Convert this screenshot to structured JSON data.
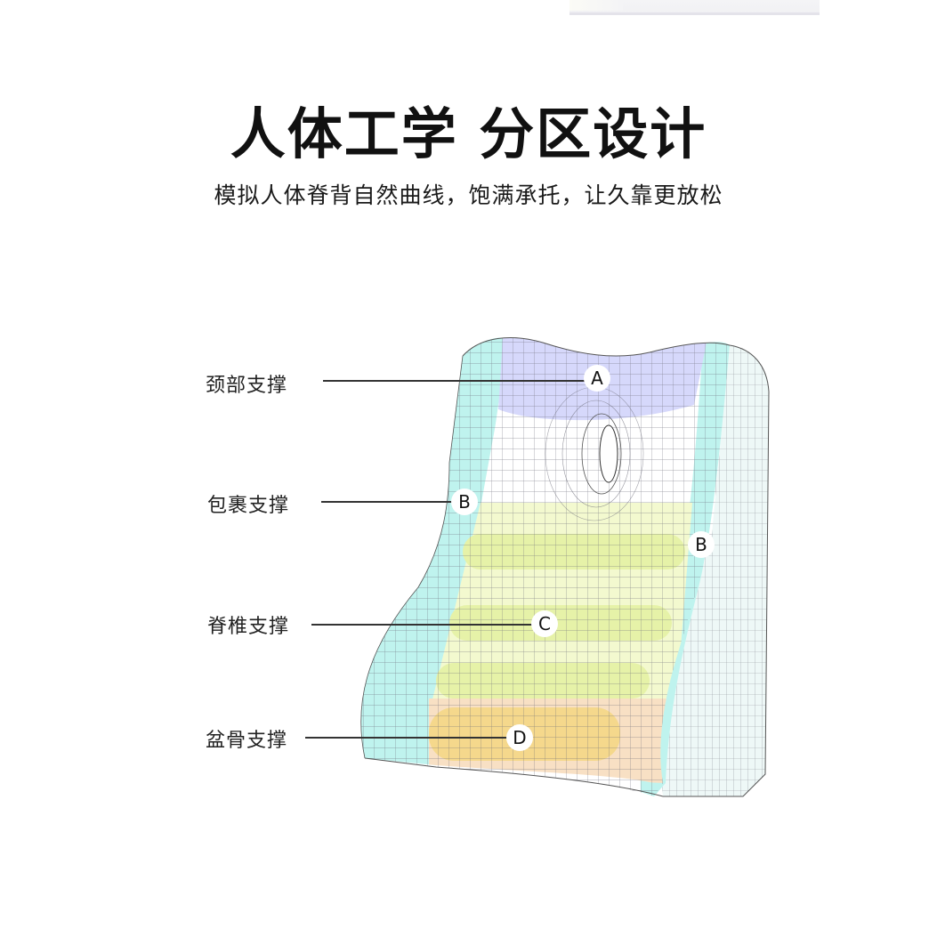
{
  "header": {
    "title": "人体工学 分区设计",
    "subtitle": "模拟人体脊背自然曲线，饱满承托，让久靠更放松"
  },
  "diagram": {
    "subject": "ergonomic back cushion with zoned mesh",
    "zones": [
      {
        "id": "A",
        "label": "颈部支撑",
        "color": "#d6d8fb"
      },
      {
        "id": "B",
        "label": "包裹支撑",
        "color": "#bff3ee"
      },
      {
        "id": "C",
        "label": "脊椎支撑",
        "color": "#eef7b6"
      },
      {
        "id": "D",
        "label": "盆骨支撑",
        "color": "#f7d98a"
      }
    ],
    "callouts": [
      {
        "label": "颈部支撑",
        "badge": "A"
      },
      {
        "label": "包裹支撑",
        "badge": "B"
      },
      {
        "label": "脊椎支撑",
        "badge": "C"
      },
      {
        "label": "盆骨支撑",
        "badge": "D"
      }
    ],
    "extra_badge": "B",
    "colors": {
      "neck_zone": "#d6d8fb",
      "wrap_zone": "#bff3ee",
      "spine_zone": "#f3f9cf",
      "spine_ribs": "#e6f2a8",
      "pelvis_zone": "#f8e0c4",
      "pelvis_rib": "#f5d88c",
      "side_face": "#e9f7f6",
      "mesh_line": "#6b6b78"
    }
  }
}
